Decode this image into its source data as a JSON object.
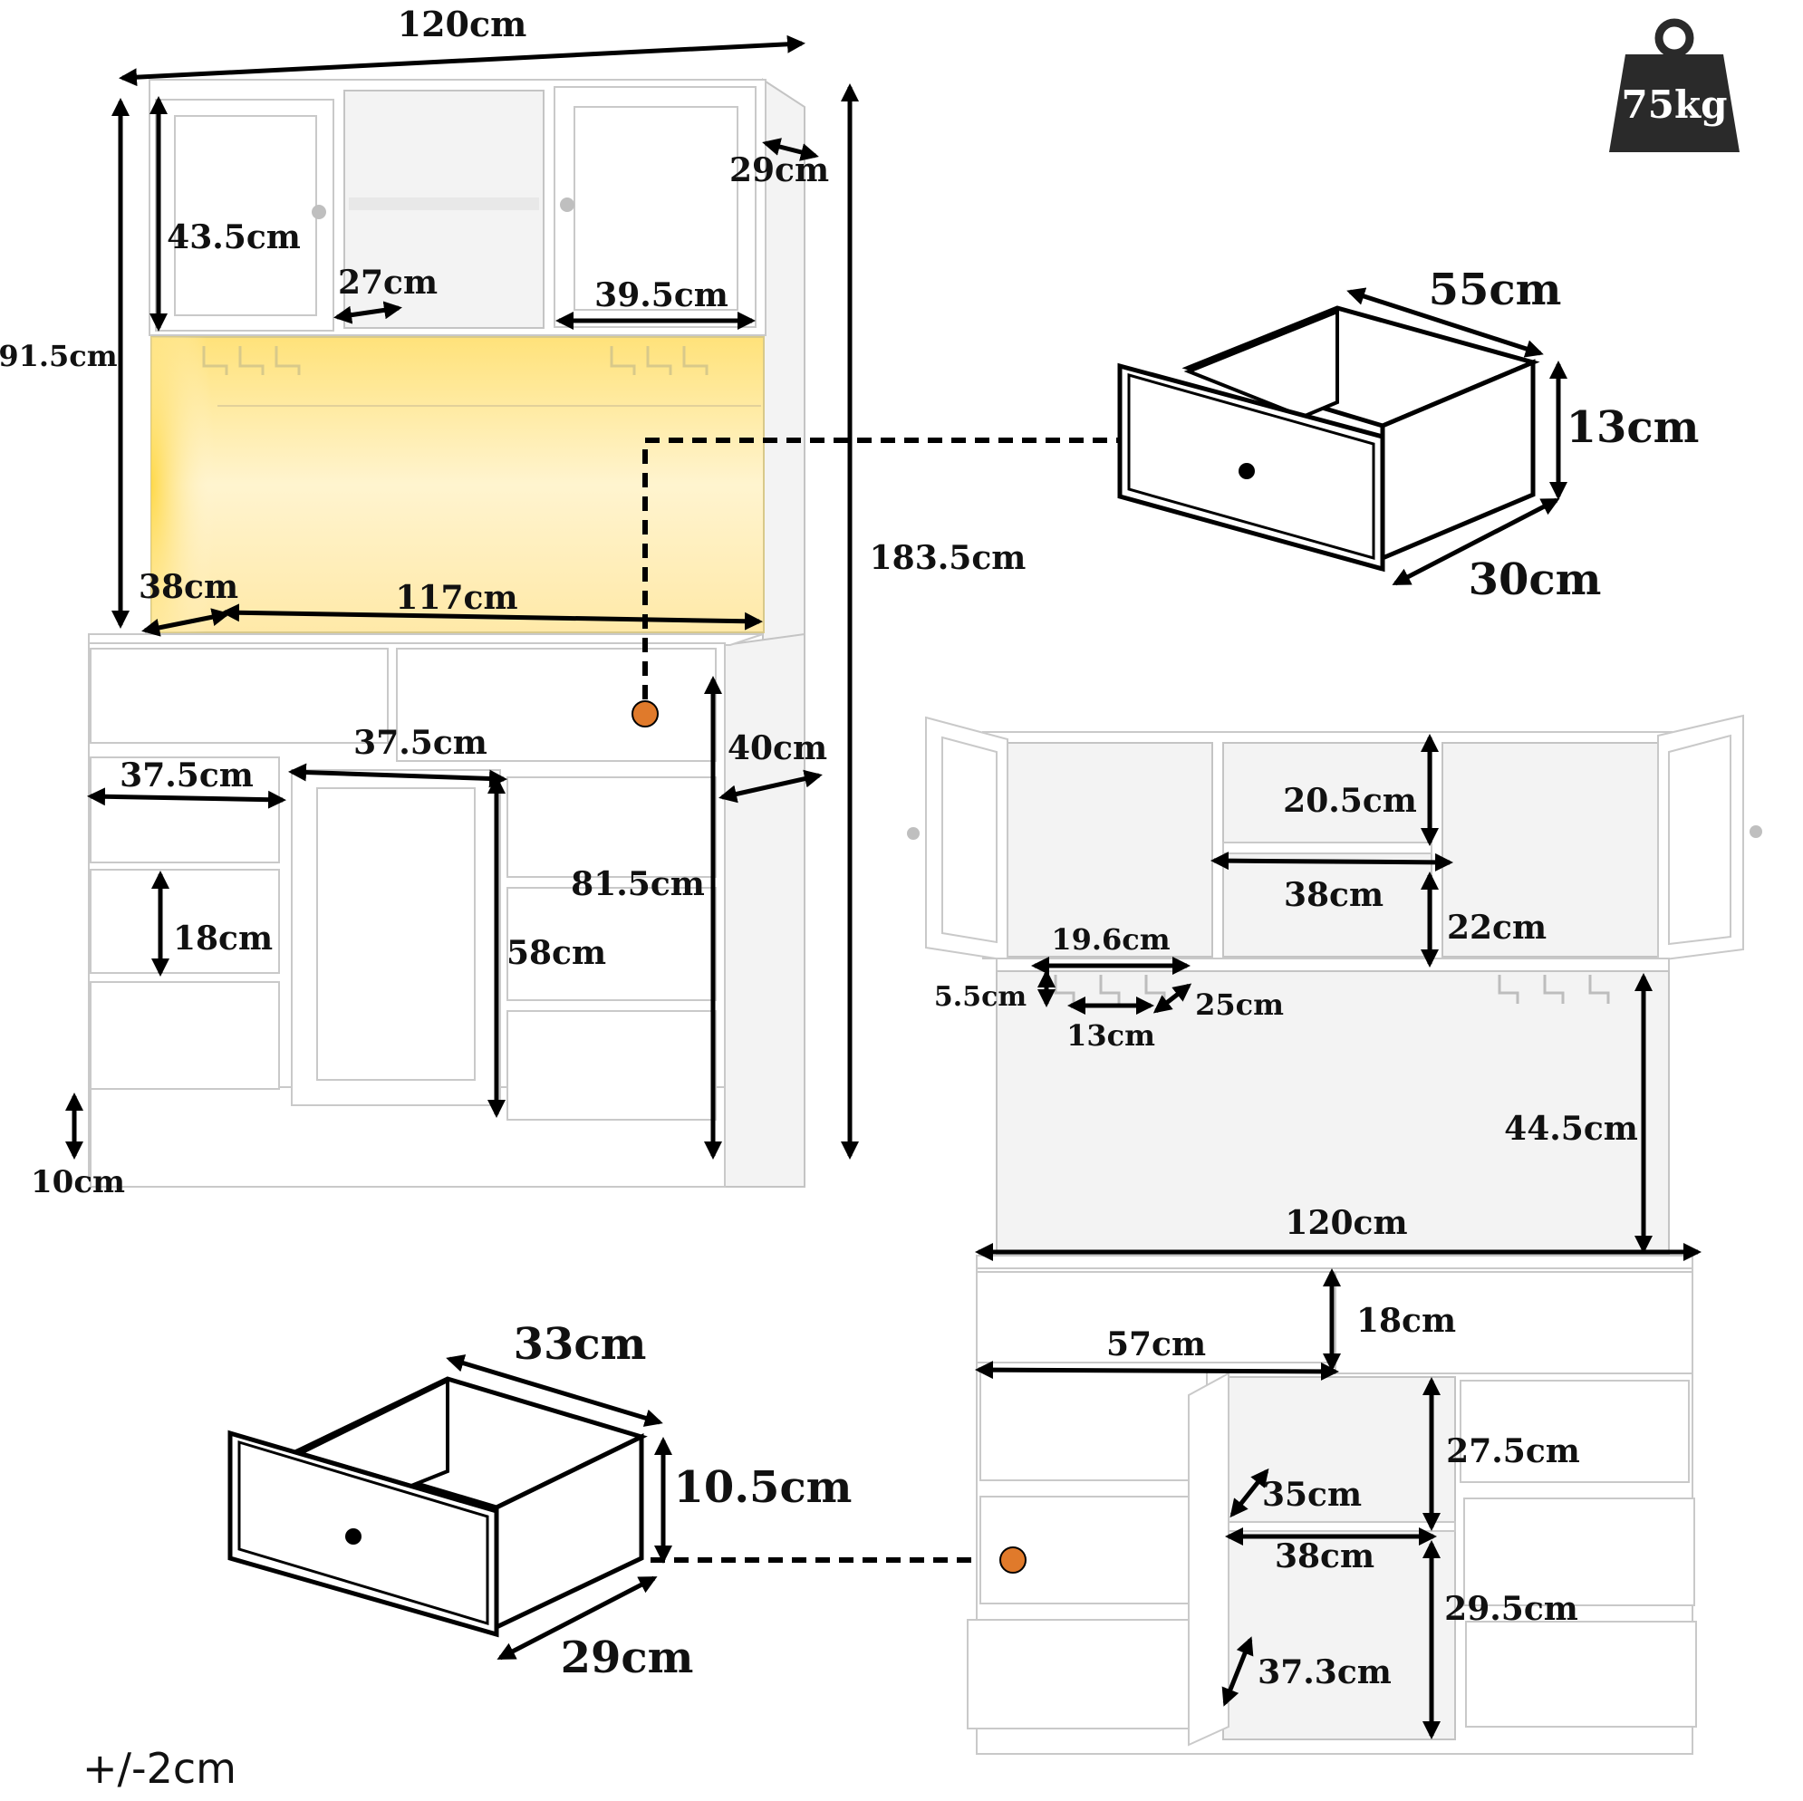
{
  "weight": {
    "label": "75kg",
    "icon": "weight-icon"
  },
  "tolerance": "+/-2cm",
  "main_view": {
    "width": "120cm",
    "depth_top": "29cm",
    "upper_height": "91.5cm",
    "total_height": "183.5cm",
    "door_height": "43.5cm",
    "shelf_width": "27cm",
    "door_width": "39.5cm",
    "counter_depth": "38cm",
    "counter_width": "117cm",
    "drawer_width_top": "37.5cm",
    "drawer_width_left": "37.5cm",
    "lower_depth": "40cm",
    "lower_height": "81.5cm",
    "drawer_height": "18cm",
    "cabinet_door_height": "58cm",
    "plinth_height": "10cm"
  },
  "large_drawer": {
    "width": "55cm",
    "height": "13cm",
    "depth": "30cm"
  },
  "small_drawer": {
    "width": "33cm",
    "height": "10.5cm",
    "depth": "29cm"
  },
  "open_view": {
    "shelf_upper": "20.5cm",
    "shelf_width": "38cm",
    "shelf_lower": "22cm",
    "rack_width": "19.6cm",
    "rack_height": "5.5cm",
    "rack_spacing": "13cm",
    "rack_depth": "25cm",
    "hutch_height": "44.5cm",
    "total_width": "120cm",
    "top_drawer_height": "18cm",
    "top_drawer_width": "57cm",
    "side_drawer_height_1": "27.5cm",
    "inner_depth": "35cm",
    "inner_width": "38cm",
    "side_drawer_height_2": "29.5cm",
    "inner_lower_depth": "37.3cm"
  },
  "colors": {
    "accent_dot": "#e07a2b",
    "led_glow": "#ffe27a",
    "line": "#000000"
  }
}
